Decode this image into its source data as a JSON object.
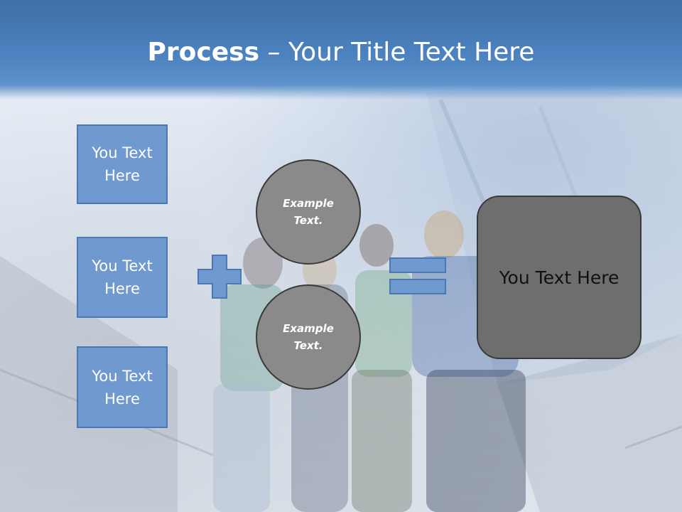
{
  "slide": {
    "title_bold": "Process",
    "title_separator": " – ",
    "title_rest": "Your Title Text Here",
    "left_boxes": [
      {
        "label": "You Text Here"
      },
      {
        "label": "You Text Here"
      },
      {
        "label": "You Text Here"
      }
    ],
    "circles": [
      {
        "label": "Example Text."
      },
      {
        "label": "Example Text."
      }
    ],
    "result_label": "You Text Here",
    "icons": {
      "plus": "plus-icon",
      "equals": "equals-icon"
    },
    "colors": {
      "header": "#4b82bf",
      "box_fill": "#6f99cf",
      "box_border": "#4a78b3",
      "circle_fill": "#8a8a8a",
      "result_fill": "#6e6e6e",
      "title_text": "#ffffff"
    }
  }
}
